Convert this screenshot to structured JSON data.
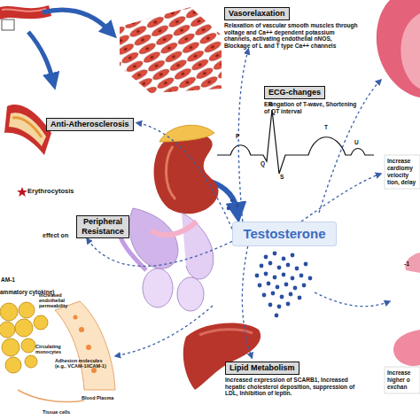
{
  "diagram": {
    "nodes": [
      {
        "text": [
          "Vasorelaxation",
          "Relaxation of vascular smooth muscles through voltage and Ca++ dependent potassium channels, activating endothelial nNOS, Blockage of L and T type Ca++ channels"
        ]
      },
      {
        "text": [
          "ECG-changes",
          "Elongation of T-wave, Shortening of QT interval"
        ]
      },
      {
        "text": [
          "Anti-Atherosclerosis"
        ]
      },
      {
        "text": [
          "Peripheral Resistance"
        ]
      },
      {
        "text": [
          "Testosterone"
        ]
      },
      {
        "text": [
          "Lipid Metabolism",
          "Increased expression of SCARB1, Increased hepatic cholesterol deposition, suppression of LDL, Inhibition of leptin."
        ]
      }
    ],
    "edges": [
      {
        "from": 4,
        "to": 0,
        "arrow": "to"
      },
      {
        "from": 4,
        "to": 2,
        "arrow": "to"
      },
      {
        "from": 4,
        "to": 3,
        "arrow": "to"
      },
      {
        "from": 4,
        "to": 5,
        "arrow": "to"
      }
    ],
    "labels": [
      "Erythrocytosis",
      "effect on",
      "R",
      "P",
      "T",
      "U",
      "Q",
      "S",
      "AM-1",
      "ammatory cytokine)",
      "-1",
      "Increased endothelial permeability",
      "Circulating monocytes",
      "Adhesion molecules (e.g., VCAM-1/ICAM-1)",
      "Blood Plasma",
      "Tissue cells",
      "Increase",
      "cardiomy",
      "velocity",
      "tion, delay",
      "Increase",
      "higher o",
      "exchan"
    ]
  }
}
